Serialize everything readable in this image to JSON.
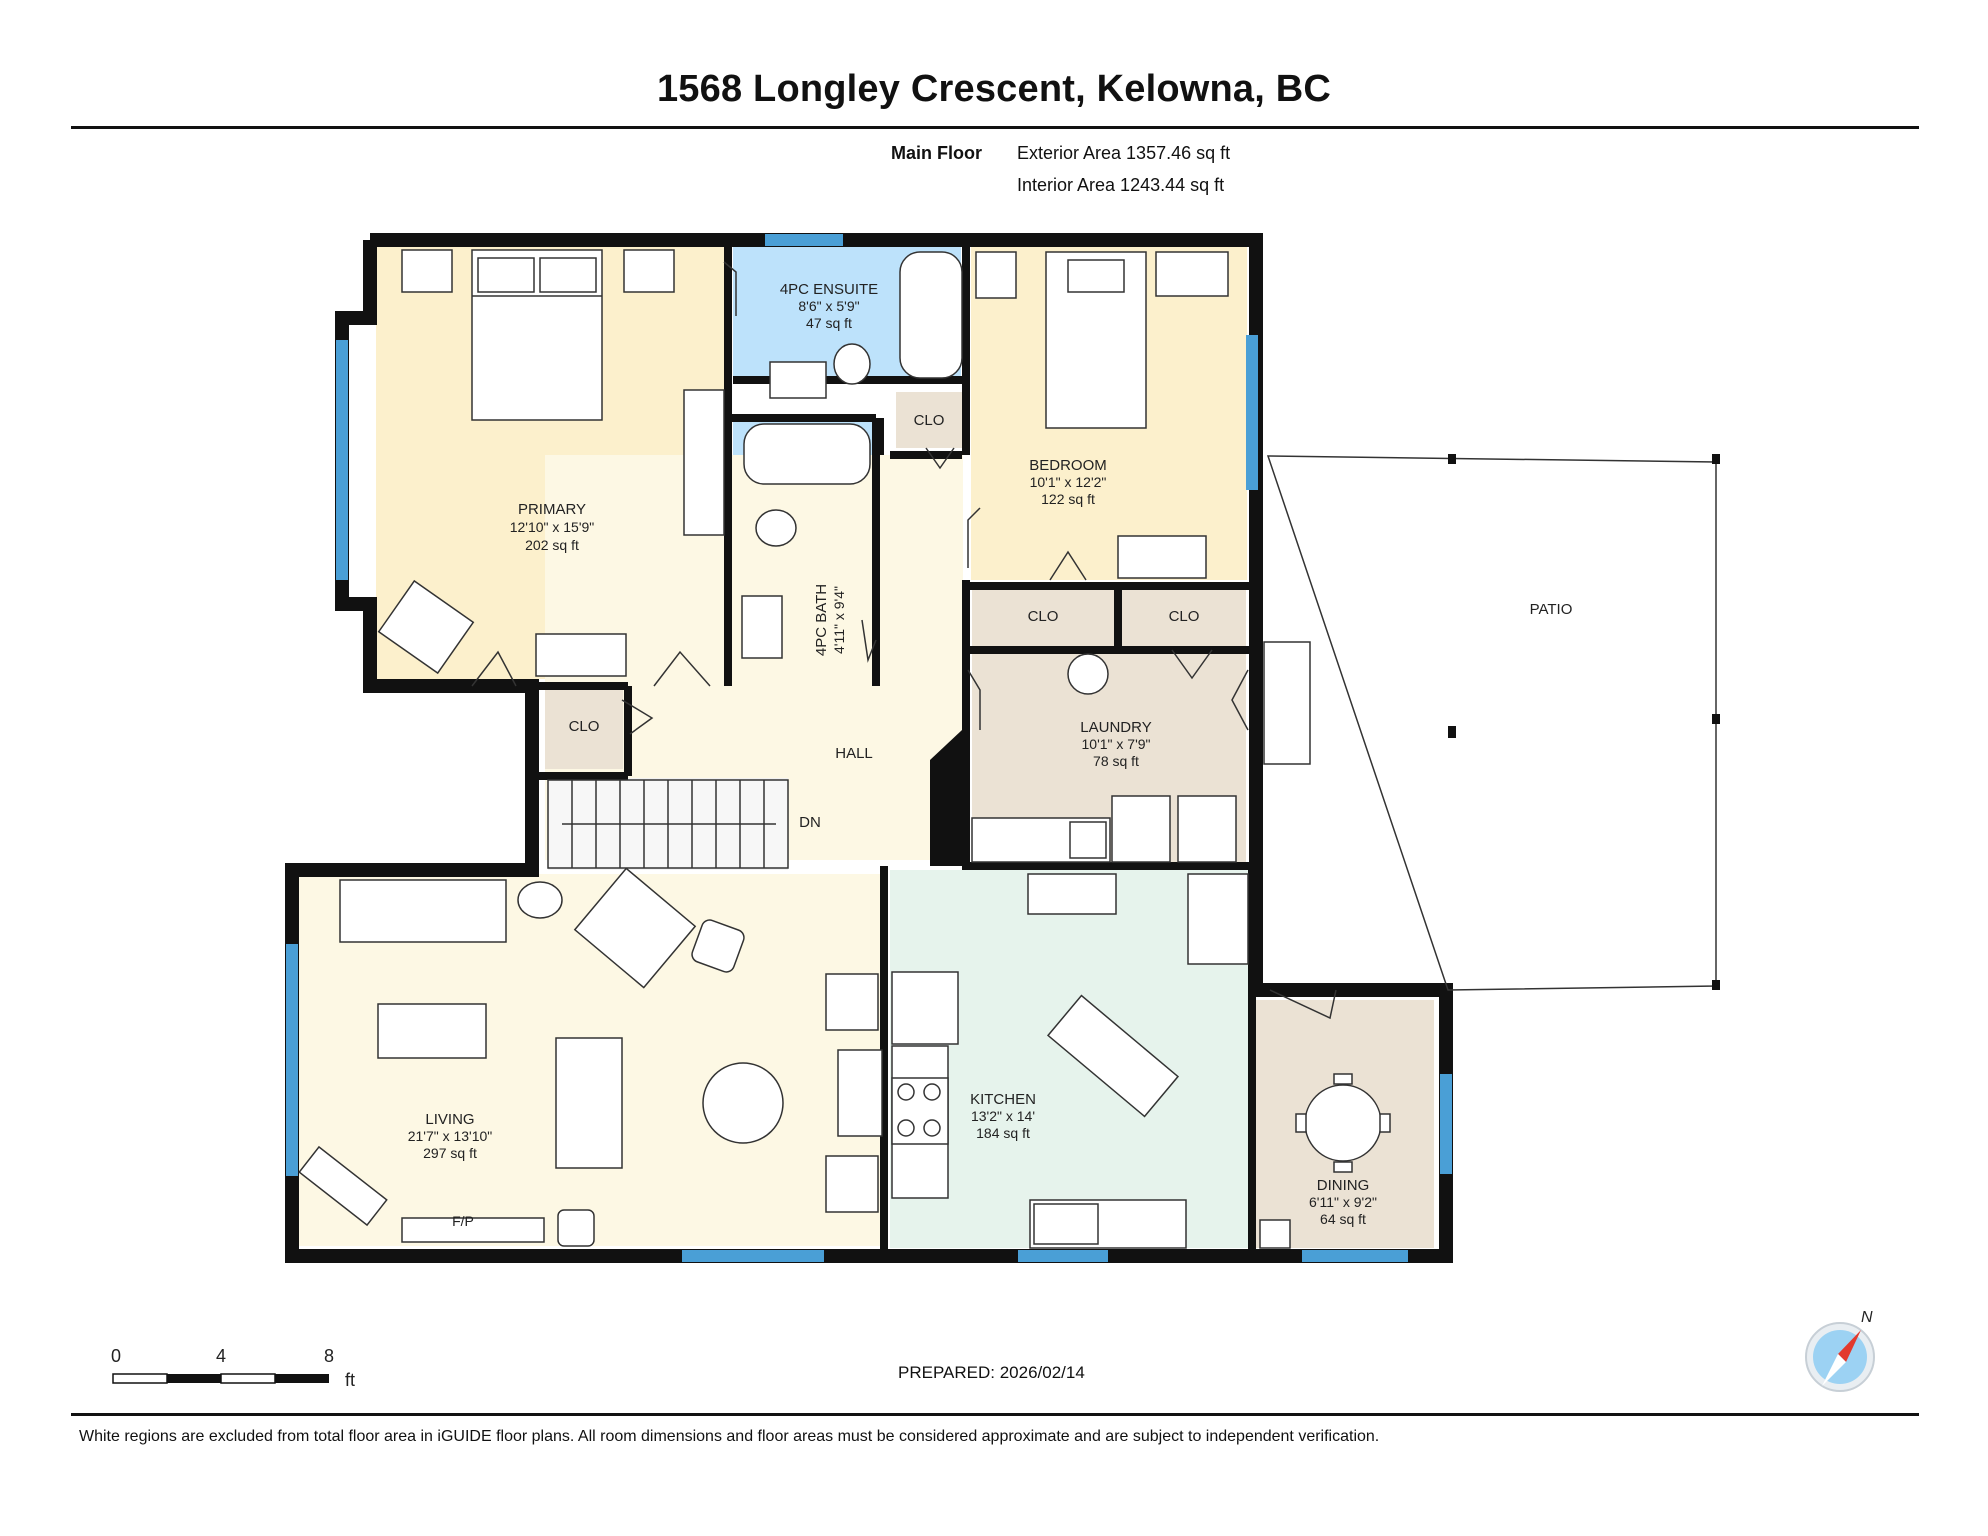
{
  "title": "1568 Longley Crescent, Kelowna, BC",
  "floor": {
    "name": "Main Floor",
    "exterior_area": "Exterior Area 1357.46 sq ft",
    "interior_area": "Interior Area 1243.44 sq ft"
  },
  "rooms": {
    "primary": {
      "name": "PRIMARY",
      "dims": "12'10\" x 15'9\"",
      "area": "202 sq ft"
    },
    "ensuite": {
      "name": "4PC ENSUITE",
      "dims": "8'6\" x 5'9\"",
      "area": "47 sq ft"
    },
    "bedroom": {
      "name": "BEDROOM",
      "dims": "10'1\" x 12'2\"",
      "area": "122 sq ft"
    },
    "bath": {
      "name": "4PC BATH",
      "dims": "4'11\" x 9'4\""
    },
    "laundry": {
      "name": "LAUNDRY",
      "dims": "10'1\" x 7'9\"",
      "area": "78 sq ft"
    },
    "living": {
      "name": "LIVING",
      "dims": "21'7\" x 13'10\"",
      "area": "297 sq ft"
    },
    "kitchen": {
      "name": "KITCHEN",
      "dims": "13'2\" x 14'",
      "area": "184 sq ft"
    },
    "dining": {
      "name": "DINING",
      "dims": "6'11\" x 9'2\"",
      "area": "64 sq ft"
    }
  },
  "labels": {
    "clo": "CLO",
    "hall": "HALL",
    "dn": "DN",
    "patio": "PATIO",
    "fp": "F/P"
  },
  "scale": {
    "ticks": [
      "0",
      "4",
      "8"
    ],
    "unit": "ft"
  },
  "compass": {
    "north": "N"
  },
  "prepared": "PREPARED: 2026/02/14",
  "footer": "White regions are excluded from total floor area in iGUIDE floor plans. All room dimensions and floor areas must be considered approximate and are subject to independent verification.",
  "colors": {
    "primary_fill": "#fcf0cc",
    "bath_fill": "#bde2fb",
    "hall_fill": "#fdf8e4",
    "utility_fill": "#ebe2d4",
    "kitchen_fill": "#e6f3ec",
    "window_blue": "#4a9fd6",
    "wall": "#111111",
    "compass_red": "#e23a2e",
    "compass_blue": "#9cd2f3"
  }
}
